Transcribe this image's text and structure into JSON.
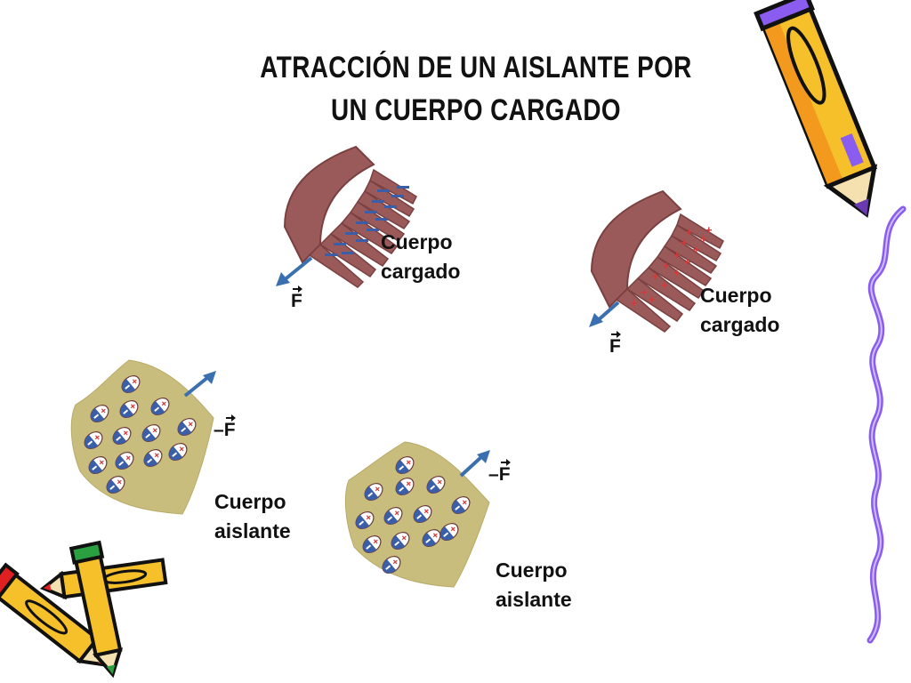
{
  "title": {
    "line1": "ATRACCIÓN DE UN AISLANTE POR",
    "line2": "UN CUERPO CARGADO"
  },
  "labels": {
    "comb_left": {
      "line1": "Cuerpo",
      "line2": "cargado"
    },
    "comb_right": {
      "line1": "Cuerpo",
      "line2": "cargado"
    },
    "insulator_left": {
      "line1": "Cuerpo",
      "line2": "aislante"
    },
    "insulator_right": {
      "line1": "Cuerpo",
      "line2": "aislante"
    }
  },
  "force": {
    "symbol": "F",
    "negative_sign": "–"
  },
  "colors": {
    "comb": "#9a5a5a",
    "comb_dark": "#7a4040",
    "insulator": "#c9bd7e",
    "arrow": "#3a6fb0",
    "negative_charge": "#3a5fa8",
    "positive_charge": "#d23a3a",
    "pencil_yellow": "#f6c02a",
    "pencil_purple": "#8a5cf0",
    "pencil_red": "#e02020",
    "pencil_green": "#2aa040"
  },
  "icons": [
    "pencil-icon",
    "pencils-cluster-icon",
    "squiggle-line-icon"
  ]
}
